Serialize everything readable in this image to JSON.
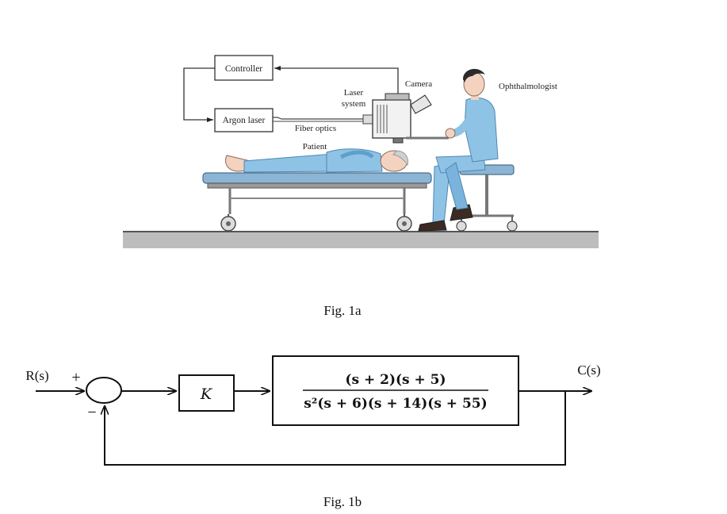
{
  "fig1a": {
    "labels": {
      "controller": "Controller",
      "argon_laser": "Argon laser",
      "laser_system_line1": "Laser",
      "laser_system_line2": "system",
      "camera": "Camera",
      "ophthalmologist": "Ophthalmologist",
      "fiber_optics": "Fiber optics",
      "patient": "Patient"
    },
    "caption": "Fig. 1a"
  },
  "fig1b": {
    "input_label": "R(s)",
    "output_label": "C(s)",
    "plus_sign": "+",
    "minus_sign": "−",
    "gain_label": "K",
    "transfer_numerator": "(s + 2)(s + 5)",
    "transfer_denominator": "s²(s + 6)(s + 14)(s + 55)",
    "caption": "Fig. 1b"
  },
  "colors": {
    "skin": "#f3d3c0",
    "scrubs": "#8fc3e6",
    "scrubs_dark": "#5f9fcc",
    "table": "#8cb4d4",
    "floor": "#bdbdbd",
    "hair": "#2b2b2b",
    "metal": "#8a8a8a"
  }
}
